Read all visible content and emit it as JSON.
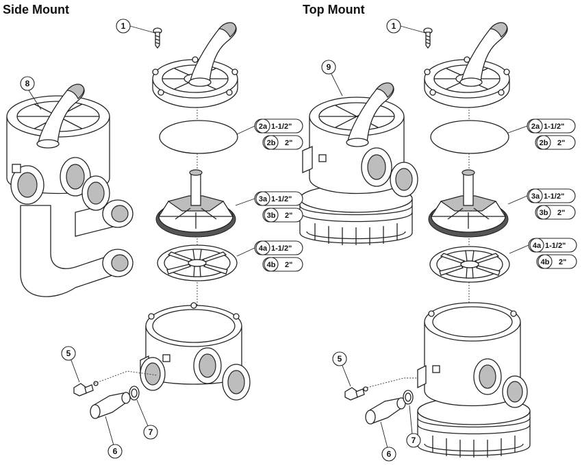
{
  "titles": {
    "left": "Side Mount",
    "right": "Top Mount"
  },
  "parts": {
    "p1": "1",
    "p2a": "2a",
    "p2b": "2b",
    "p3a": "3a",
    "p3b": "3b",
    "p4a": "4a",
    "p4b": "4b",
    "p5": "5",
    "p6": "6",
    "p7": "7",
    "p8": "8",
    "p9": "9"
  },
  "sizes": {
    "small": "1-1/2\"",
    "large": "2\""
  }
}
